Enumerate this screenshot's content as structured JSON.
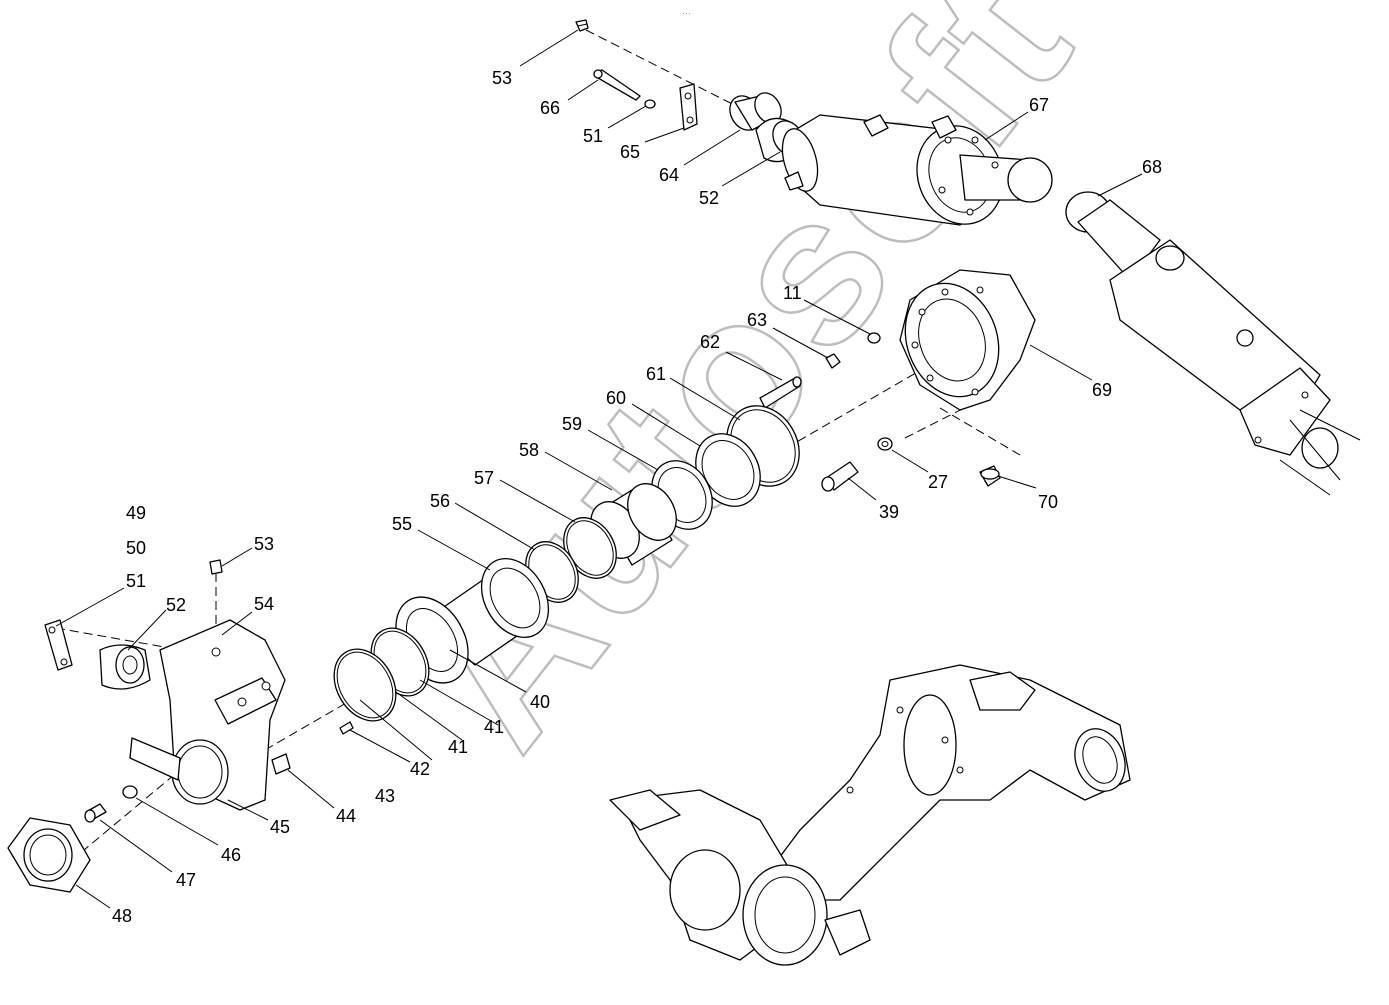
{
  "watermark": "Autosoft",
  "top_mark": "…",
  "callouts": [
    {
      "id": "53",
      "text": "53"
    },
    {
      "id": "66",
      "text": "66"
    },
    {
      "id": "51",
      "text": "51"
    },
    {
      "id": "65",
      "text": "65"
    },
    {
      "id": "64",
      "text": "64"
    },
    {
      "id": "52",
      "text": "52"
    },
    {
      "id": "67",
      "text": "67"
    },
    {
      "id": "68",
      "text": "68"
    },
    {
      "id": "11",
      "text": "11"
    },
    {
      "id": "63",
      "text": "63"
    },
    {
      "id": "62",
      "text": "62"
    },
    {
      "id": "61",
      "text": "61"
    },
    {
      "id": "60",
      "text": "60"
    },
    {
      "id": "69",
      "text": "69"
    },
    {
      "id": "59",
      "text": "59"
    },
    {
      "id": "58",
      "text": "58"
    },
    {
      "id": "57",
      "text": "57"
    },
    {
      "id": "56",
      "text": "56"
    },
    {
      "id": "55",
      "text": "55"
    },
    {
      "id": "27",
      "text": "27"
    },
    {
      "id": "39",
      "text": "39"
    },
    {
      "id": "70",
      "text": "70"
    },
    {
      "id": "49",
      "text": "49"
    },
    {
      "id": "50",
      "text": "50"
    },
    {
      "id": "51b",
      "text": "51"
    },
    {
      "id": "53b",
      "text": "53"
    },
    {
      "id": "52b",
      "text": "52"
    },
    {
      "id": "54",
      "text": "54"
    },
    {
      "id": "40",
      "text": "40"
    },
    {
      "id": "41",
      "text": "41"
    },
    {
      "id": "41b",
      "text": "41"
    },
    {
      "id": "42",
      "text": "42"
    },
    {
      "id": "43",
      "text": "43"
    },
    {
      "id": "44",
      "text": "44"
    },
    {
      "id": "45",
      "text": "45"
    },
    {
      "id": "46",
      "text": "46"
    },
    {
      "id": "47",
      "text": "47"
    },
    {
      "id": "48",
      "text": "48"
    }
  ]
}
